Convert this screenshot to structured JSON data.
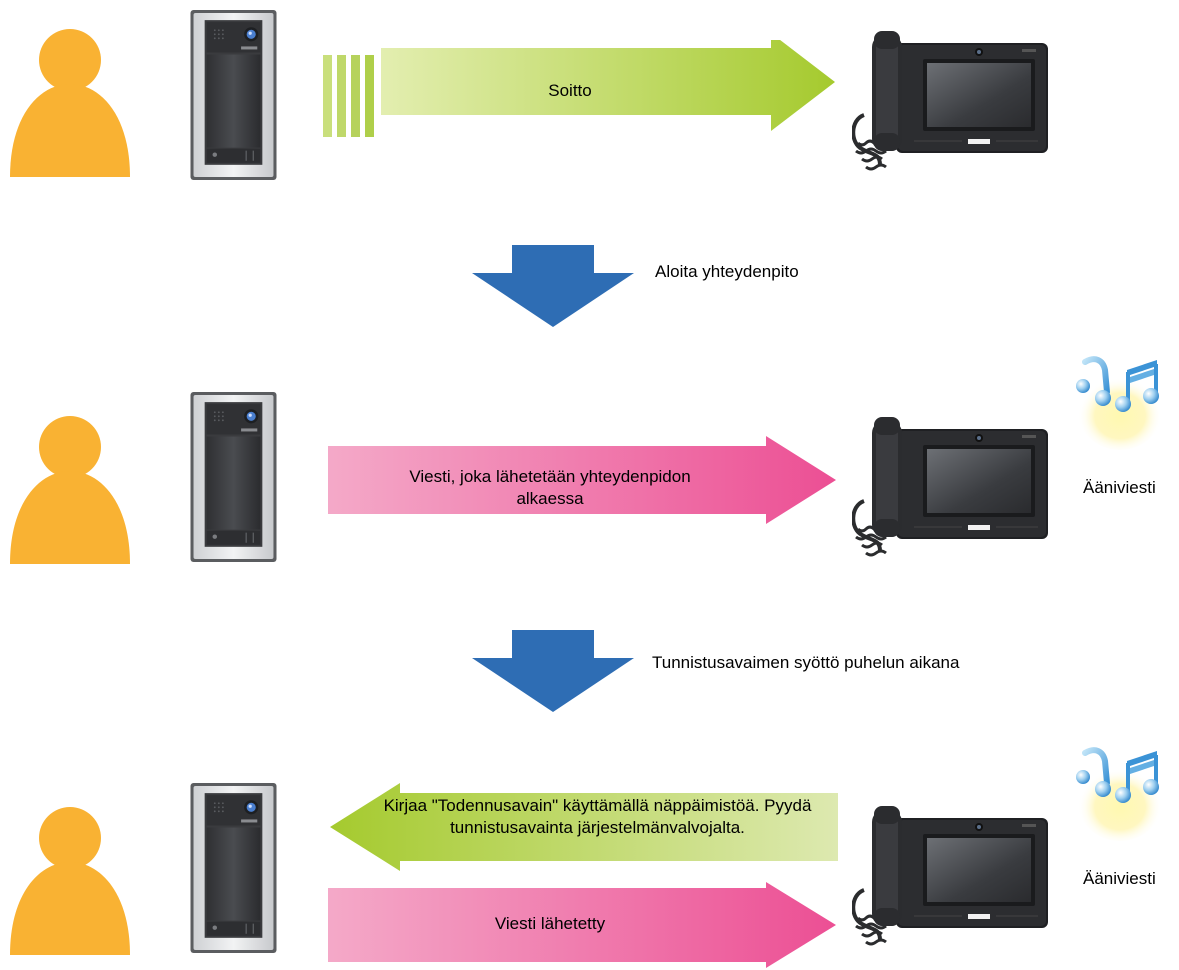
{
  "steps": [
    {
      "arrow_text": "Soitto",
      "arrow_color": "#a5ca2e"
    },
    {
      "arrow_text": "Viesti, joka lähetetään yhteydenpidon alkaessa",
      "arrow_color": "#ec4f94",
      "note": "Ääniviesti"
    },
    {
      "arrow_back_text": "Kirjaa \"Todennusavain\" käyttämällä näppäimistöä. Pyydä tunnistusavainta järjestelmänvalvojalta.",
      "arrow_text": "Viesti lähetetty",
      "note": "Ääniviesti"
    }
  ],
  "transitions": [
    {
      "label": "Aloita yhteydenpito",
      "color": "#2e6db4"
    },
    {
      "label": "Tunnistusavaimen syöttö puhelun aikana",
      "color": "#2e6db4"
    }
  ],
  "colors": {
    "person": "#f9b233",
    "green_arrow": "#a5ca2e",
    "pink_arrow": "#ec4f94",
    "blue_arrow": "#2e6db4"
  },
  "icons": [
    "person-icon",
    "door-station-icon",
    "monitor-station-icon",
    "music-note-icon"
  ]
}
